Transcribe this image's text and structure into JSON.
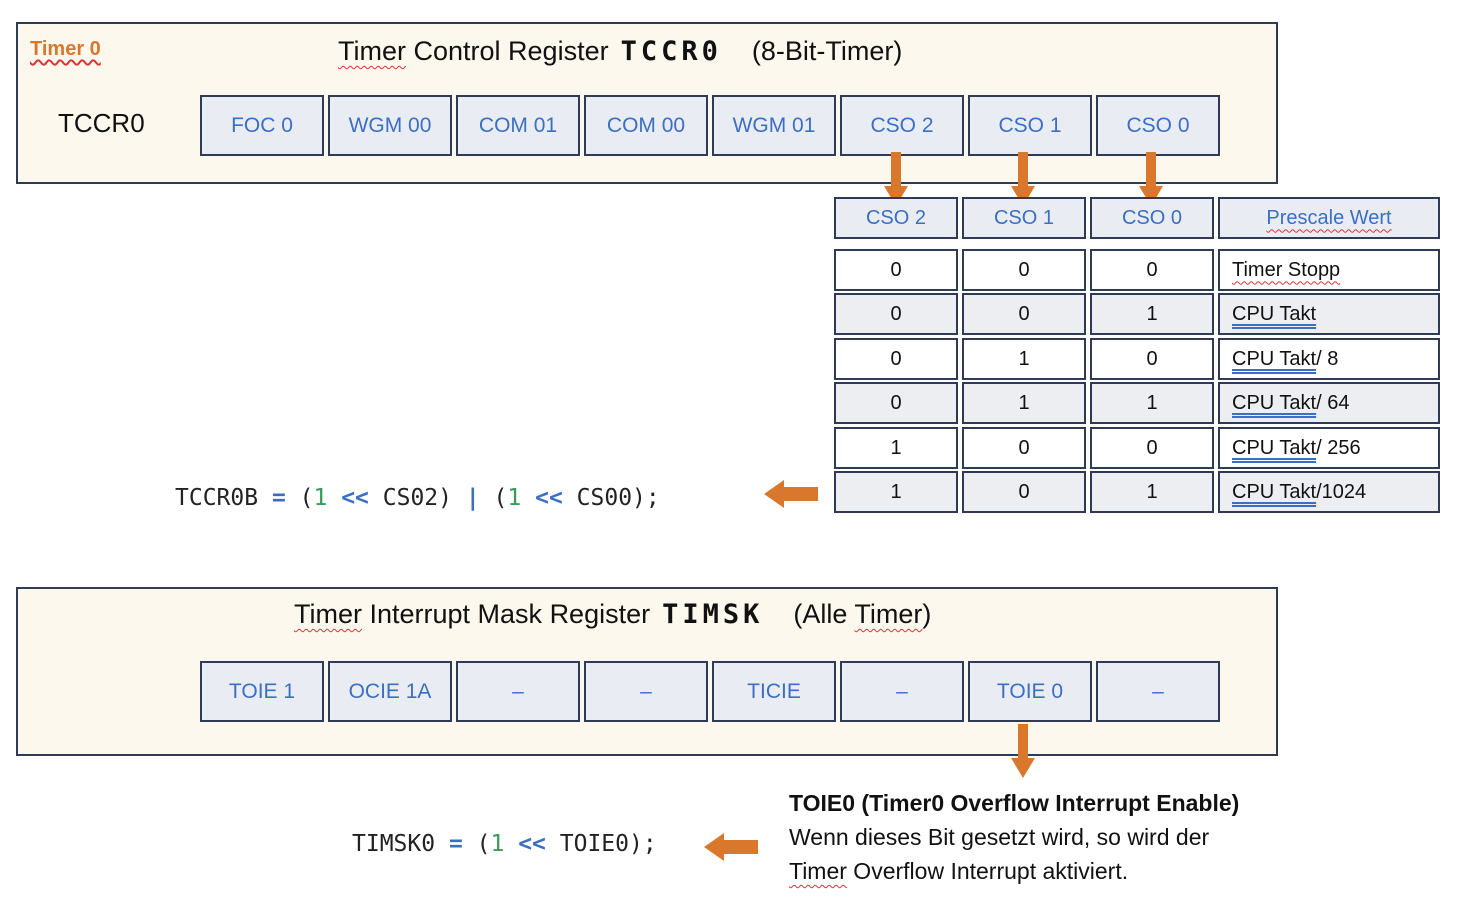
{
  "tccr0_panel": {
    "tag": "Timer 0",
    "title_pre": "Timer",
    "title_mid": " Control Register",
    "register": "TCCR0",
    "title_post": "(8-Bit-Timer)",
    "reg_label": "TCCR0",
    "bits": [
      "FOC 0",
      "WGM 00",
      "COM 01",
      "COM 00",
      "WGM 01",
      "CSO 2",
      "CSO 1",
      "CSO 0"
    ]
  },
  "prescale_table": {
    "headers": [
      "CSO 2",
      "CSO 1",
      "CSO 0",
      "Prescale Wert"
    ],
    "rows": [
      {
        "c2": "0",
        "c1": "0",
        "c0": "0",
        "label": "Timer Stopp",
        "suffix": ""
      },
      {
        "c2": "0",
        "c1": "0",
        "c0": "1",
        "label": "CPU Takt",
        "suffix": ""
      },
      {
        "c2": "0",
        "c1": "1",
        "c0": "0",
        "label": "CPU Takt",
        "suffix": " / 8"
      },
      {
        "c2": "0",
        "c1": "1",
        "c0": "1",
        "label": "CPU Takt",
        "suffix": " / 64"
      },
      {
        "c2": "1",
        "c1": "0",
        "c0": "0",
        "label": "CPU Takt",
        "suffix": " / 256"
      },
      {
        "c2": "1",
        "c1": "0",
        "c0": "1",
        "label": "CPU Takt",
        "suffix": " /1024"
      }
    ]
  },
  "code_tccr": {
    "lhs": "TCCR0B",
    "eq": " = ",
    "p1": "(",
    "n1": "1",
    "sh1": " << ",
    "a1": "CS02)",
    "or": " | ",
    "p2": "(",
    "n2": "1",
    "sh2": " << ",
    "a2": "CS00);"
  },
  "timsk_panel": {
    "title_pre": "Timer",
    "title_mid": " Interrupt Mask Register",
    "register": "TIMSK",
    "title_post_a": "(Alle ",
    "title_post_b": "Timer",
    "title_post_c": ")",
    "bits": [
      "TOIE 1",
      "OCIE 1A",
      "–",
      "–",
      "TICIE",
      "–",
      "TOIE 0",
      "–"
    ]
  },
  "code_timsk": {
    "lhs": "TIMSK0",
    "eq": " = ",
    "p1": "(",
    "n1": "1",
    "sh1": " << ",
    "a1": "TOIE0);"
  },
  "note": {
    "title": "TOIE0 (Timer0 Overflow Interrupt Enable)",
    "line1": "Wenn dieses Bit gesetzt wird, so wird der",
    "line2_a": "Timer",
    "line2_b": " Overflow Interrupt aktiviert."
  },
  "colors": {
    "accent_orange": "#d9782d",
    "bit_text_blue": "#3a6fc4",
    "border": "#2f3b55",
    "panel_bg": "#fdf8ee"
  }
}
